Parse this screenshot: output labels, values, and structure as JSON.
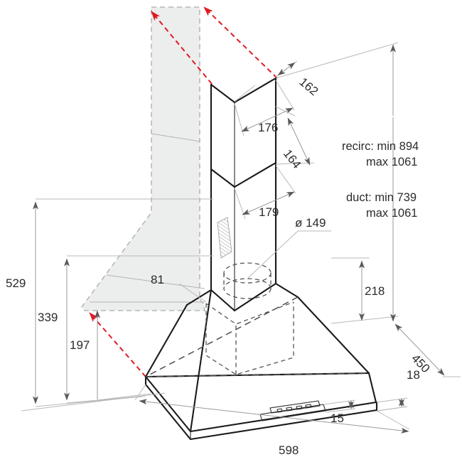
{
  "drawing": {
    "title": "Chimney cooker hood dimension drawing",
    "units": "mm",
    "colors": {
      "outline": "#1a1a1a",
      "dimension": "#9a9a9a",
      "ghost_fill": "#eceded",
      "highlight": "#e01b24",
      "text": "#2b2b2b"
    }
  },
  "dimensions": {
    "height_total": "529",
    "height_body": "339",
    "height_canopy": "197",
    "chimney_upper_depth": "162",
    "chimney_upper_width": "176",
    "chimney_step": "164",
    "chimney_lower_width": "179",
    "outlet_diameter": "ø 149",
    "wall_to_chimney": "81",
    "outlet_offset": "218",
    "hood_depth": "450",
    "rim_height": "18",
    "panel_height": "15",
    "hood_width": "598"
  },
  "notes": {
    "recirc_line1": "recirc: min 894",
    "recirc_line2": "max 1061",
    "duct_line1": "duct: min 739",
    "duct_line2": "max 1061"
  }
}
